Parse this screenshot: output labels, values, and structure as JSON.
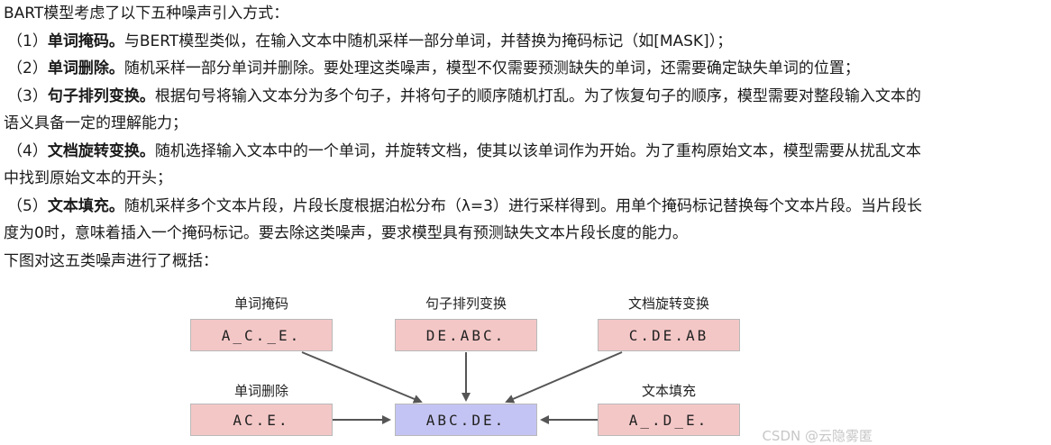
{
  "intro": "BART模型考虑了以下五种噪声引入方式：",
  "items": [
    {
      "prefix": "（1）",
      "bold": "单词掩码。",
      "rest": "与BERT模型类似，在输入文本中随机采样一部分单词，并替换为掩码标记（如[MASK]）；",
      "cont": ""
    },
    {
      "prefix": "（2）",
      "bold": "单词删除。",
      "rest": "随机采样一部分单词并删除。要处理这类噪声，模型不仅需要预测缺失的单词，还需要确定缺失单词的位置；",
      "cont": ""
    },
    {
      "prefix": "（3）",
      "bold": "句子排列变换。",
      "rest": "根据句号将输入文本分为多个句子，并将句子的顺序随机打乱。为了恢复句子的顺序，模型需要对整段输入文本的",
      "cont": "语义具备一定的理解能力；"
    },
    {
      "prefix": "（4）",
      "bold": "文档旋转变换。",
      "rest": "随机选择输入文本中的一个单词，并旋转文档，使其以该单词作为开始。为了重构原始文本，模型需要从扰乱文本",
      "cont": "中找到原始文本的开头；"
    },
    {
      "prefix": "（5）",
      "bold": "文本填充。",
      "rest": "随机采样多个文本片段，片段长度根据泊松分布（λ=3）进行采样得到。用单个掩码标记替换每个文本片段。当片段长",
      "cont": "度为0时，意味着插入一个掩码标记。要去除这类噪声，要求模型具有预测缺失文本片段长度的能力。"
    }
  ],
  "summary": "下图对这五类噪声进行了概括：",
  "diagram": {
    "token_masking": {
      "label": "单词掩码",
      "text": "A_C._E."
    },
    "sentence_permutation": {
      "label": "句子排列变换",
      "text": "DE.ABC."
    },
    "document_rotation": {
      "label": "文档旋转变换",
      "text": "C.DE.AB"
    },
    "token_deletion": {
      "label": "单词删除",
      "text": "AC.E."
    },
    "text_infilling": {
      "label": "文本填充",
      "text": "A_.D_E."
    },
    "center": {
      "text": "ABC.DE."
    }
  },
  "watermark": "CSDN @云隐雾匿",
  "colors": {
    "noise_box": "#f4c7c7",
    "center_box": "#c4c4f4",
    "arrow": "#555555"
  }
}
